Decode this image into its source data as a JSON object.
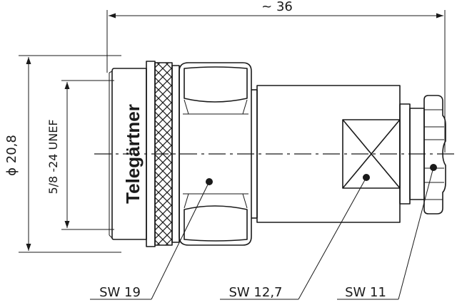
{
  "dimensions": {
    "overall_length": "~ 36",
    "outer_diameter": "ϕ 20,8",
    "thread": "5/8 -24 UNEF"
  },
  "brand": "Telegärtner",
  "callouts": [
    {
      "label": "SW 19"
    },
    {
      "label": "SW 12,7"
    },
    {
      "label": "SW 11"
    }
  ]
}
